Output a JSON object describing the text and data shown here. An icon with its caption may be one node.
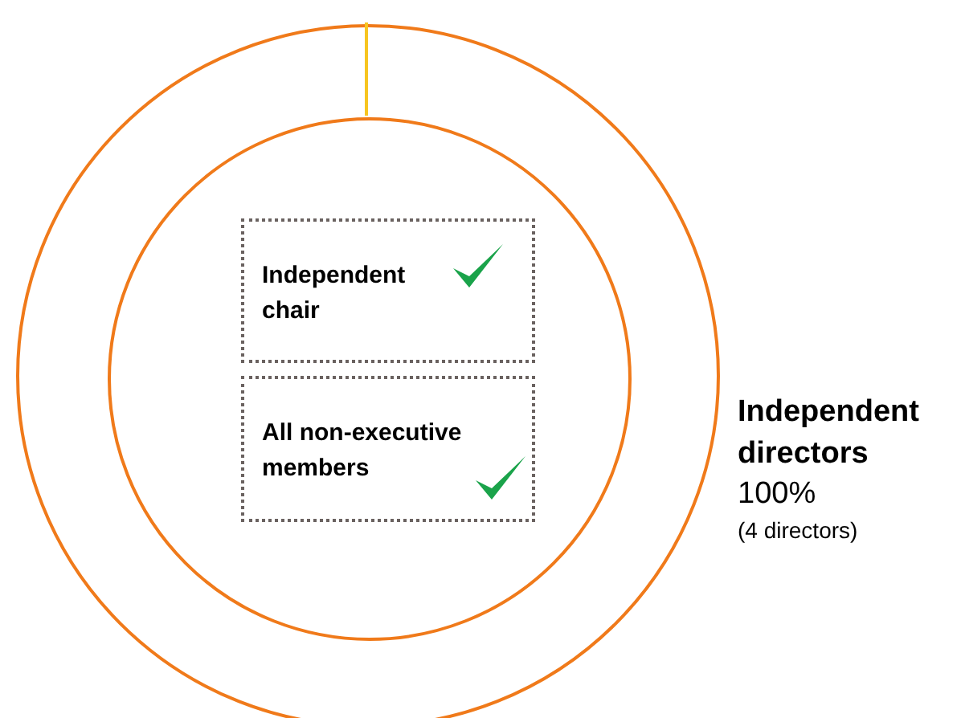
{
  "diagram": {
    "nodes": [
      {
        "text": [],
        "shape": "circle",
        "beside": [
          "Independent directors",
          "100%",
          "(4 directors)"
        ]
      },
      {
        "text": [],
        "shape": "circle",
        "in": 0
      },
      {
        "text": [
          "Independent chair"
        ],
        "in": 1
      },
      {
        "text": [
          "All non-executive members"
        ],
        "in": 1
      }
    ]
  }
}
